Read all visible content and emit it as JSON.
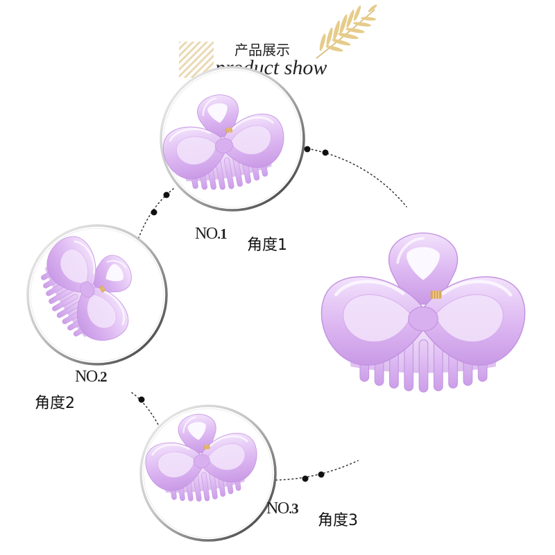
{
  "header": {
    "title_cn": "产品展示",
    "title_en": "product show"
  },
  "views": [
    {
      "no_prefix": "NO.",
      "no_num": "1",
      "label": "角度1"
    },
    {
      "no_prefix": "NO.",
      "no_num": "2",
      "label": "角度2"
    },
    {
      "no_prefix": "NO.",
      "no_num": "3",
      "label": "角度3"
    }
  ],
  "icons": {
    "header_left": "stripes-pattern-icon",
    "header_right": "leaf-icon",
    "product": "hair-claw-clip"
  },
  "colors": {
    "text": "#222222",
    "dots": "#111111",
    "clip_light": "#f2e2fc",
    "clip_mid": "#dcb6f1",
    "clip_dark": "#c99ae6",
    "leaf": "#e6cc8a",
    "stripes": "#ead9b2"
  }
}
